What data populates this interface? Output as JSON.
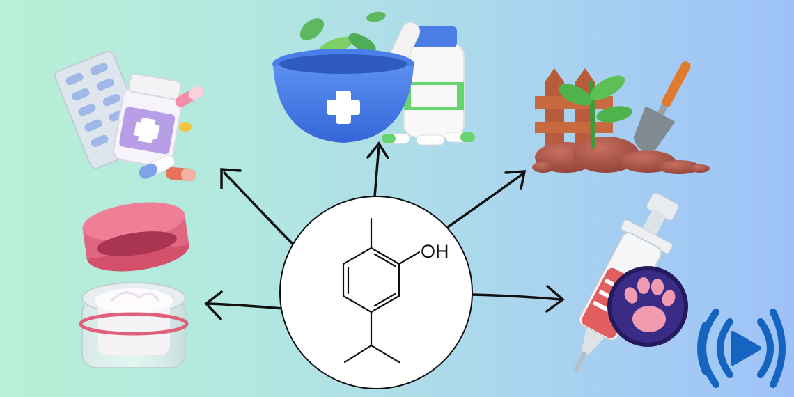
{
  "molecule": {
    "hydroxyl_label": "OH",
    "structure": "5-isopropyl-2-methylphenol"
  },
  "applications": [
    {
      "id": "pharmaceuticals",
      "icon": "pill-bottle-blister-icon"
    },
    {
      "id": "herbal-medicine",
      "icon": "mortar-pestle-herbs-icon"
    },
    {
      "id": "agriculture",
      "icon": "plant-shovel-fence-icon"
    },
    {
      "id": "cosmetics",
      "icon": "cream-jar-icon"
    },
    {
      "id": "veterinary",
      "icon": "syringe-paw-icon"
    }
  ],
  "colors": {
    "background_left": "#b7f0d6",
    "background_right": "#9ec2f8",
    "arrow": "#111111",
    "logo": "#1565c0"
  },
  "logo": {
    "icon": "sound-wave-play-logo"
  }
}
